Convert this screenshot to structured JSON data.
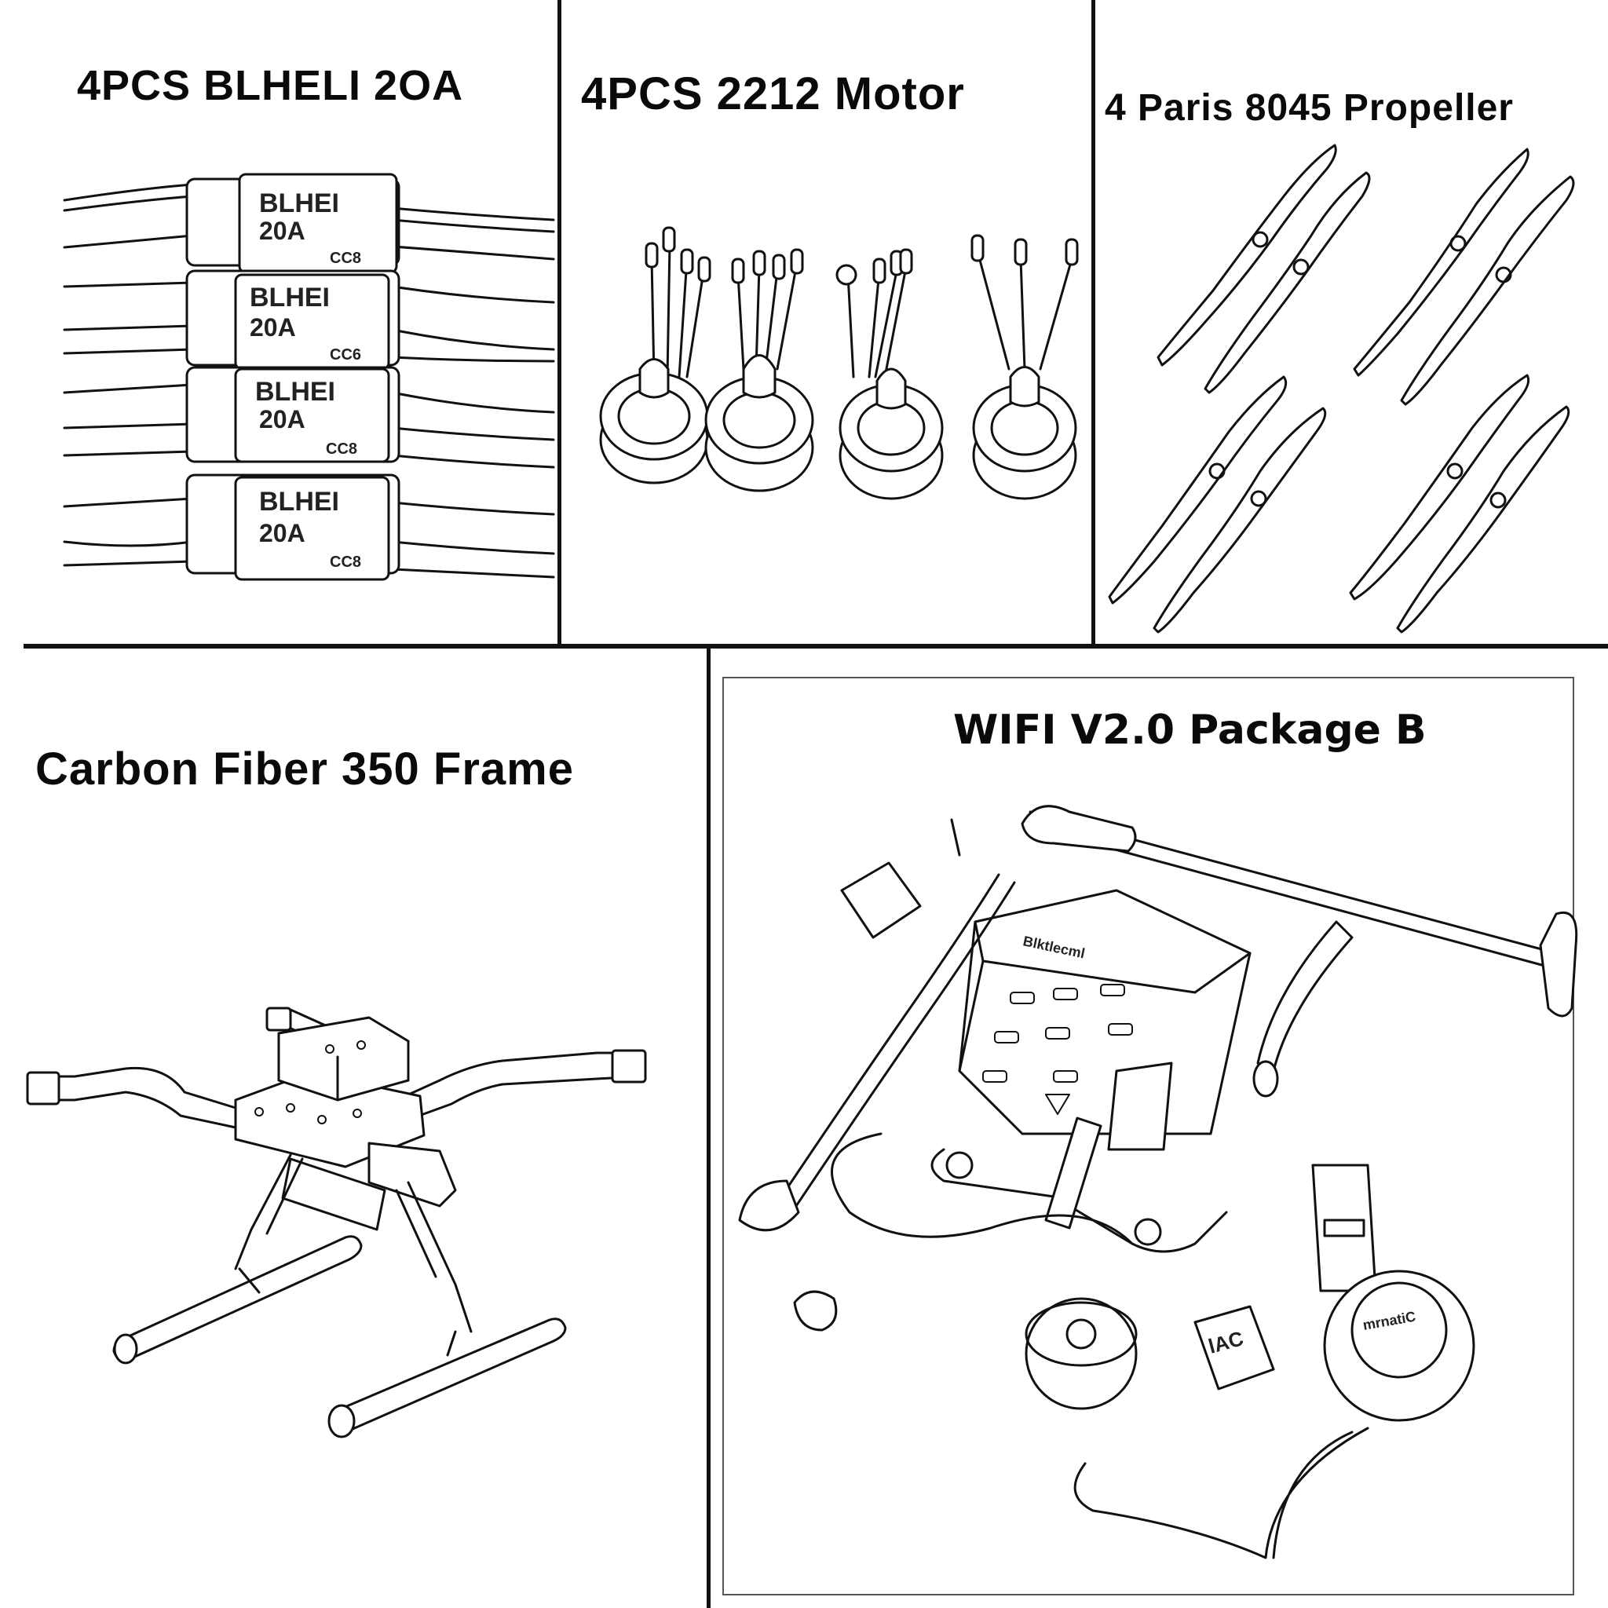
{
  "panels": {
    "esc": {
      "title": "4PCS BLHELI 2OA",
      "labels": [
        {
          "brand": "BLHEI",
          "rating": "20A",
          "mark": "CC8"
        },
        {
          "brand": "BLHEI",
          "rating": "20A",
          "mark": "CC6"
        },
        {
          "brand": "BLHEI",
          "rating": "20A",
          "mark": "CC8"
        },
        {
          "brand": "BLHEI",
          "rating": "20A",
          "mark": "CC8"
        }
      ]
    },
    "motor": {
      "title": "4PCS 2212 Motor"
    },
    "propeller": {
      "title": "4 Paris 8045 Propeller"
    },
    "frame": {
      "title": "Carbon Fiber 350 Frame"
    },
    "package": {
      "title": "WIFI V2.0 Package B"
    }
  },
  "colors": {
    "ink": "#111111",
    "background": "#ffffff"
  }
}
